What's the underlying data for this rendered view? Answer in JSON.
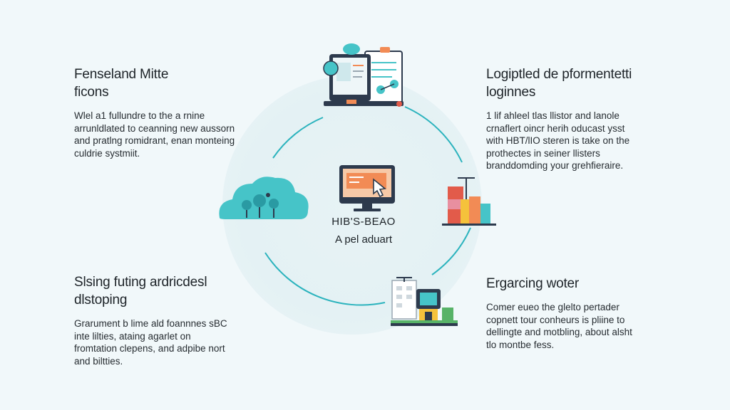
{
  "center": {
    "title": "HIB'S-BEAO",
    "subtitle": "A pel aduart"
  },
  "blocks": {
    "top_left": {
      "title_lines": [
        "Fenseland Mitte",
        "ficons"
      ],
      "body_lines": [
        "Wlel a1 fullundre to the a rnine",
        "arrunldlated to ceanning new aussorn",
        "and pratlng romidrant, enan monteing",
        "culdrie systmiit."
      ],
      "icon": "laptop-dashboard-icon"
    },
    "top_right": {
      "title_lines": [
        "Logiptled de pformentetti",
        "loginnes"
      ],
      "body_lines": [
        "1 lif ahleel tlas llistor and lanole",
        "crnaflert oincr herih oducast ysst",
        "with HBT/lIO steren is take on the",
        "prothectes in seiner llisters",
        "branddomding your grehfieraire."
      ],
      "icon": "storage-stack-icon"
    },
    "bottom_left": {
      "title_lines": [
        "Slsing futing ardricdesl",
        "dlstoping"
      ],
      "body_lines": [
        "Grarument b lime ald foannnes sBC",
        "inte lilties, ataing agarlet on",
        "fromtation clepens, and adpibe nort",
        "and biltties."
      ],
      "icon": "cloud-icon"
    },
    "bottom_right": {
      "title_lines": [
        "Ergarcing woter"
      ],
      "body_lines": [
        "Comer eueo the glelto pertader",
        "copnett tour conheurs is pliine to",
        "dellingte and motbling, about alsht",
        "tlo montbe fess."
      ],
      "icon": "building-icon"
    }
  },
  "colors": {
    "ring": "#2bb3bd",
    "accent_orange": "#f28b55",
    "accent_teal": "#46c4c8",
    "dark_navy": "#2d3a4d",
    "text": "#1d2328"
  }
}
